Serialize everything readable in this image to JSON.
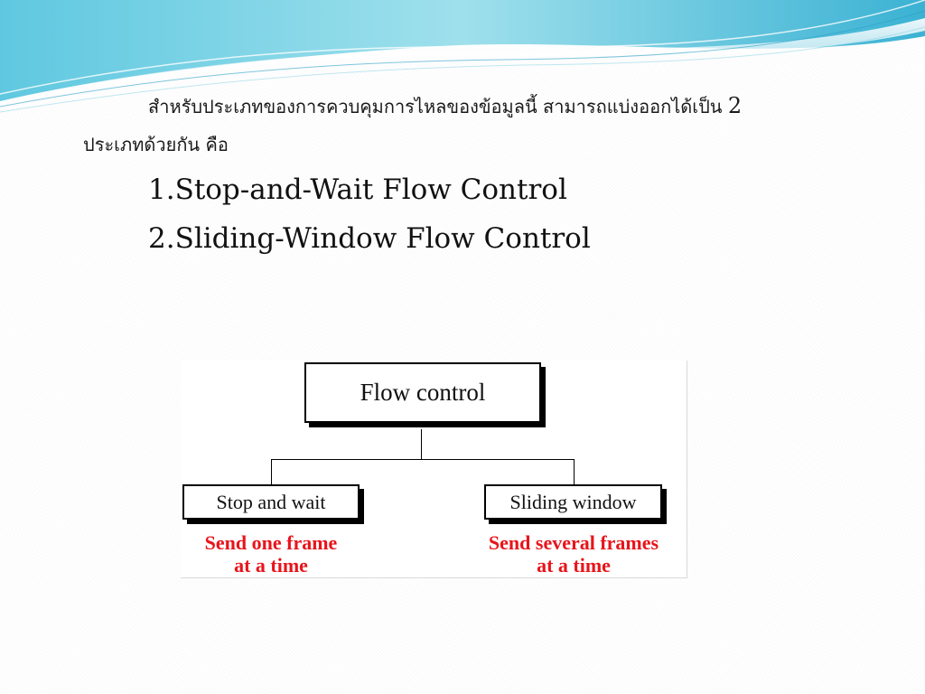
{
  "theme": {
    "wave_colors": [
      "#1aa6c9",
      "#63cde0",
      "#aee8f0",
      "#d9f3f7"
    ],
    "text_color": "#1a1a1a",
    "accent_red": "#e8141b"
  },
  "intro": {
    "line1": "สำหรับประเภทของการควบคุมการไหลของข้อมูลนี้ สามารถแบ่งออกได้เป็น",
    "count": "2",
    "line2": "ประเภทด้วยกัน คือ"
  },
  "items": [
    "1.Stop-and-Wait Flow Control",
    "2.Sliding-Window Flow Control"
  ],
  "diagram": {
    "root": "Flow control",
    "left": {
      "label": "Stop and wait",
      "note_line1": "Send one frame",
      "note_line2": "at a time"
    },
    "right": {
      "label": "Sliding window",
      "note_line1": "Send several frames",
      "note_line2": "at a time"
    }
  }
}
